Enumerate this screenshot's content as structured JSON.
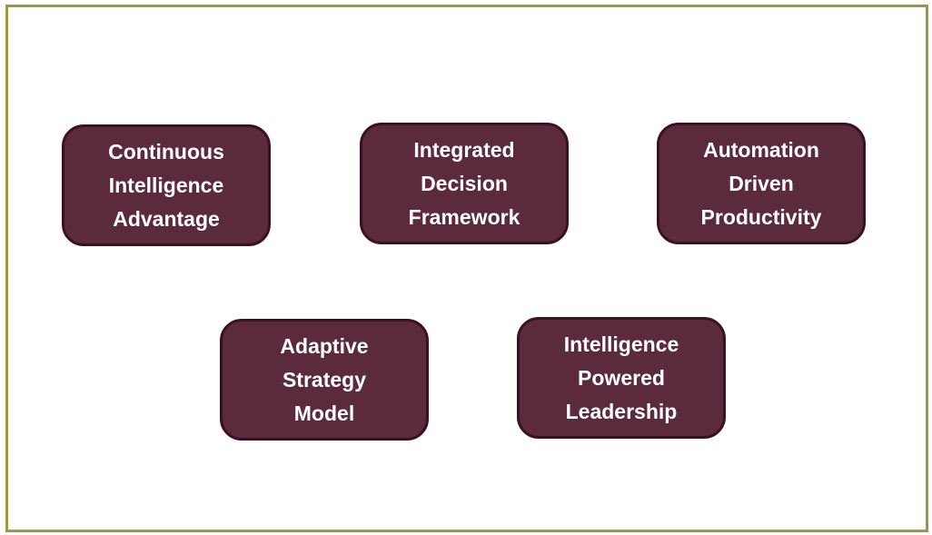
{
  "colors": {
    "frame_border": "#9a9a3c",
    "box_fill": "#5c2a3d",
    "box_border": "#3a1022",
    "text": "#ffffff"
  },
  "boxes": [
    {
      "label": "Continuous\nIntelligence\nAdvantage"
    },
    {
      "label": "Integrated\nDecision\nFramework"
    },
    {
      "label": "Automation\nDriven\nProductivity"
    },
    {
      "label": "Adaptive\nStrategy\nModel"
    },
    {
      "label": "Intelligence\nPowered\nLeadership"
    }
  ]
}
